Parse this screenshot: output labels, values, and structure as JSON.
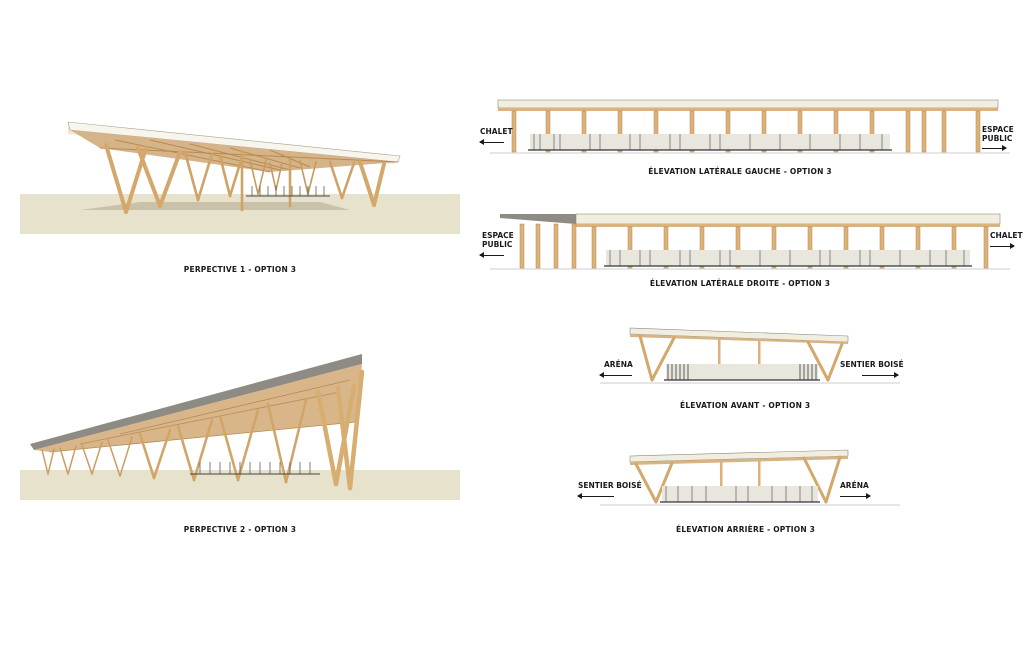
{
  "perspectives": {
    "p1_caption": "PERPECTIVE 1 - OPTION 3",
    "p2_caption": "PERPECTIVE 2 - OPTION 3"
  },
  "elevations": {
    "left_side": {
      "caption": "ÉLEVATION LATÉRALE GAUCHE - OPTION 3",
      "label_left": "CHALET",
      "label_right_1": "ESPACE",
      "label_right_2": "PUBLIC"
    },
    "right_side": {
      "caption": "ÉLEVATION LATÉRALE DROITE - OPTION 3",
      "label_left_1": "ESPACE",
      "label_left_2": "PUBLIC",
      "label_right": "CHALET"
    },
    "front": {
      "caption": "ÉLEVATION AVANT - OPTION 3",
      "label_left": "ARÉNA",
      "label_right": "SENTIER BOISÉ"
    },
    "rear": {
      "caption": "ÉLEVATION ARRIÈRE - OPTION 3",
      "label_left": "SENTIER BOISÉ",
      "label_right": "ARÉNA"
    }
  },
  "colors": {
    "wood": "#dcb27a",
    "wood_dark": "#b88a4f",
    "roof": "#f2eedf",
    "ground": "#e7e2cc",
    "fence": "#5d5d5d",
    "text": "#1a1a1a"
  }
}
